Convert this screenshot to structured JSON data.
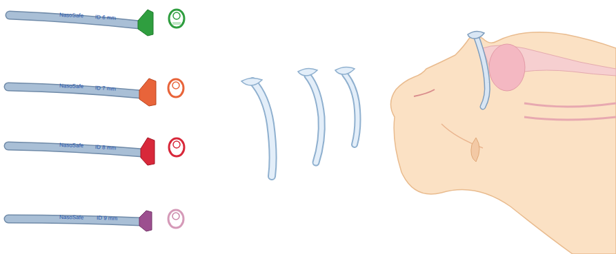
{
  "diagram": {
    "labels": [
      "NasoSafe",
      "ID 6 mm",
      "NasoSafe",
      "ID 7 mm",
      "NasoSafe",
      "ID 8 mm",
      "NasoSafe",
      "ID 9 mm"
    ]
  }
}
